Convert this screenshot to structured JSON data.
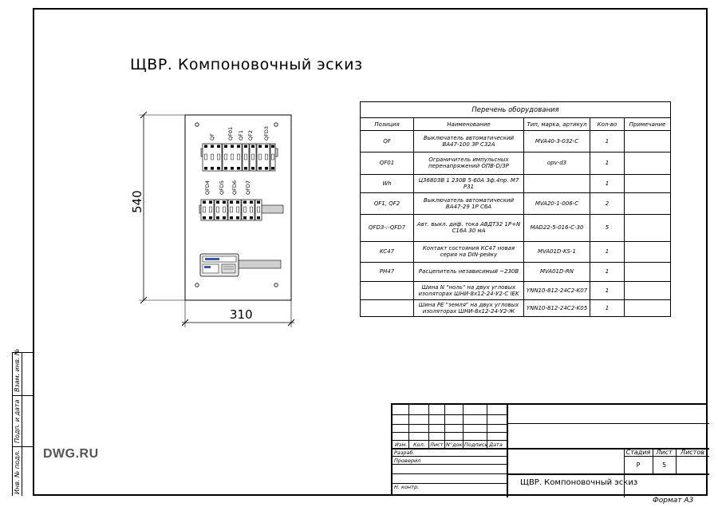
{
  "drawing": {
    "title": "ЩВР. Компоновочный эскиз",
    "logo": "DWG.RU",
    "format": "Формат А3"
  },
  "panel": {
    "height_dim": "540",
    "width_dim": "310",
    "row1_labels": [
      "QF",
      "QF01",
      "QF1",
      "QF2",
      "QFD3"
    ],
    "row2_labels": [
      "QFD4",
      "QFD5",
      "QFD6",
      "QFD7"
    ]
  },
  "equipment_table": {
    "caption": "Перечень оборудования",
    "headers": [
      "Позиция",
      "Наименование",
      "Тип, марка, артикул",
      "Кол-во",
      "Примечание"
    ],
    "rows": [
      {
        "pos": "QF",
        "name": "Выключатель автоматический ВА47-100 3Р С32А",
        "type": "MVA40-3-032-C",
        "qty": "1",
        "note": ""
      },
      {
        "pos": "QF01",
        "name": "Ограничитель импульсных перенапряжений ОПВ-D/3Р",
        "type": "opv-d3",
        "qty": "1",
        "note": ""
      },
      {
        "pos": "Wh",
        "name": "Ц3680ЗВ 1 230В 5-60А 3ф.4пр. М7 Р31",
        "type": "",
        "qty": "1",
        "note": ""
      },
      {
        "pos": "QF1, QF2",
        "name": "Выключатель автоматический ВА47-29 1Р С6А",
        "type": "MVA20-1-006-C",
        "qty": "2",
        "note": ""
      },
      {
        "pos": "QFD3-:-QFD7",
        "name": "Авт. выкл. диф. тока АВДТ32 1Р+N С16А 30 мА",
        "type": "MAD22-5-016-C-30",
        "qty": "5",
        "note": ""
      },
      {
        "pos": "KC47",
        "name": "Контакт состояния КС47 новая серия на DIN-рейку",
        "type": "MVA01D-KS-1",
        "qty": "1",
        "note": ""
      },
      {
        "pos": "PH47",
        "name": "Расцепитель независимый ~230В",
        "type": "MVA01D-RN",
        "qty": "1",
        "note": ""
      },
      {
        "pos": "",
        "name": "Шина N \"ноль\" на двух угловых изоляторах ШНИ-8х12-24-У2-С IEK",
        "type": "YNN10-812-24C2-K07",
        "qty": "1",
        "note": ""
      },
      {
        "pos": "",
        "name": "Шина PE \"земля\" на двух угловых изоляторах ШНИ-8х12-24-У2-Ж",
        "type": "YNN10-812-24C2-K05",
        "qty": "1",
        "note": ""
      }
    ]
  },
  "side_stamp": [
    "Взам. инв. №",
    "Подп. и дата",
    "Инв. № подл."
  ],
  "title_block": {
    "columns": [
      "Изм.",
      "Кол.",
      "Лист",
      "N°док",
      "Подпись",
      "Дата"
    ],
    "roles": [
      "Разраб.",
      "Проверил",
      "",
      "Н. контр."
    ],
    "stage_header": "Стадия",
    "sheet_header": "Лист",
    "sheets_header": "Листов",
    "stage": "Р",
    "sheet": "5",
    "sheets": "",
    "title": "ЩВР. Компоновочный эскиз"
  },
  "colors": {
    "line": "#000000",
    "breaker_fill": "#ffffff",
    "rail": "#cfcfcf",
    "device_accent": "#3b5aa8"
  }
}
